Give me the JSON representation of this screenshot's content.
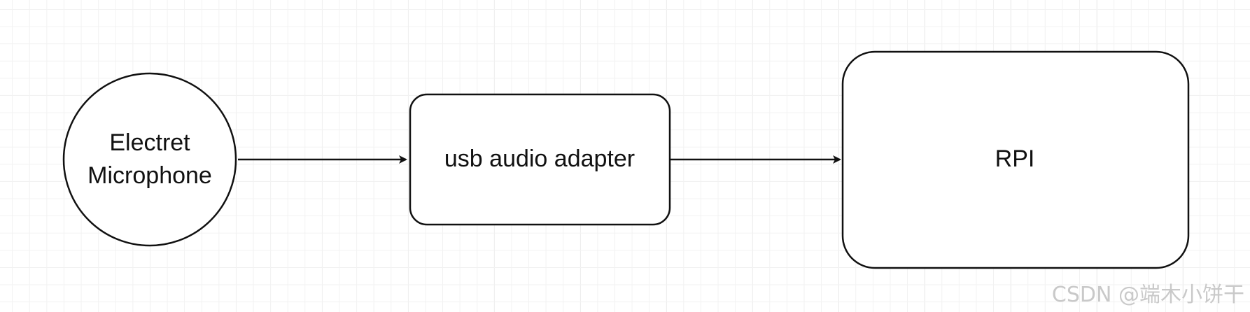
{
  "nodes": {
    "microphone": {
      "label_line1": "Electret",
      "label_line2": "Microphone",
      "shape": "circle"
    },
    "adapter": {
      "label": "usb audio adapter",
      "shape": "rounded-rect"
    },
    "rpi": {
      "label": "RPI",
      "shape": "rounded-rect"
    }
  },
  "edges": [
    {
      "from": "microphone",
      "to": "adapter"
    },
    {
      "from": "adapter",
      "to": "rpi"
    }
  ],
  "watermark": "CSDN @端木小饼干",
  "colors": {
    "stroke": "#111111",
    "fill": "#ffffff",
    "grid": "#e3e3e3"
  }
}
